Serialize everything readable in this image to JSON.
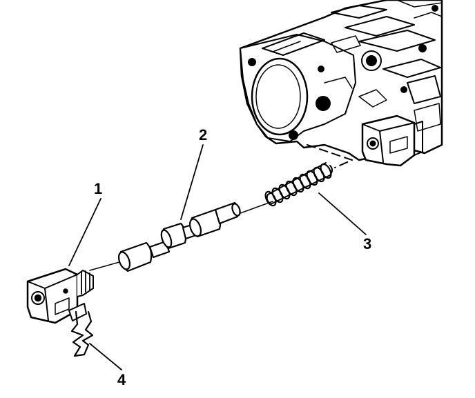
{
  "callouts": {
    "one": "1",
    "two": "2",
    "three": "3",
    "four": "4"
  },
  "colors": {
    "ink": "#000000",
    "paper": "#ffffff"
  }
}
